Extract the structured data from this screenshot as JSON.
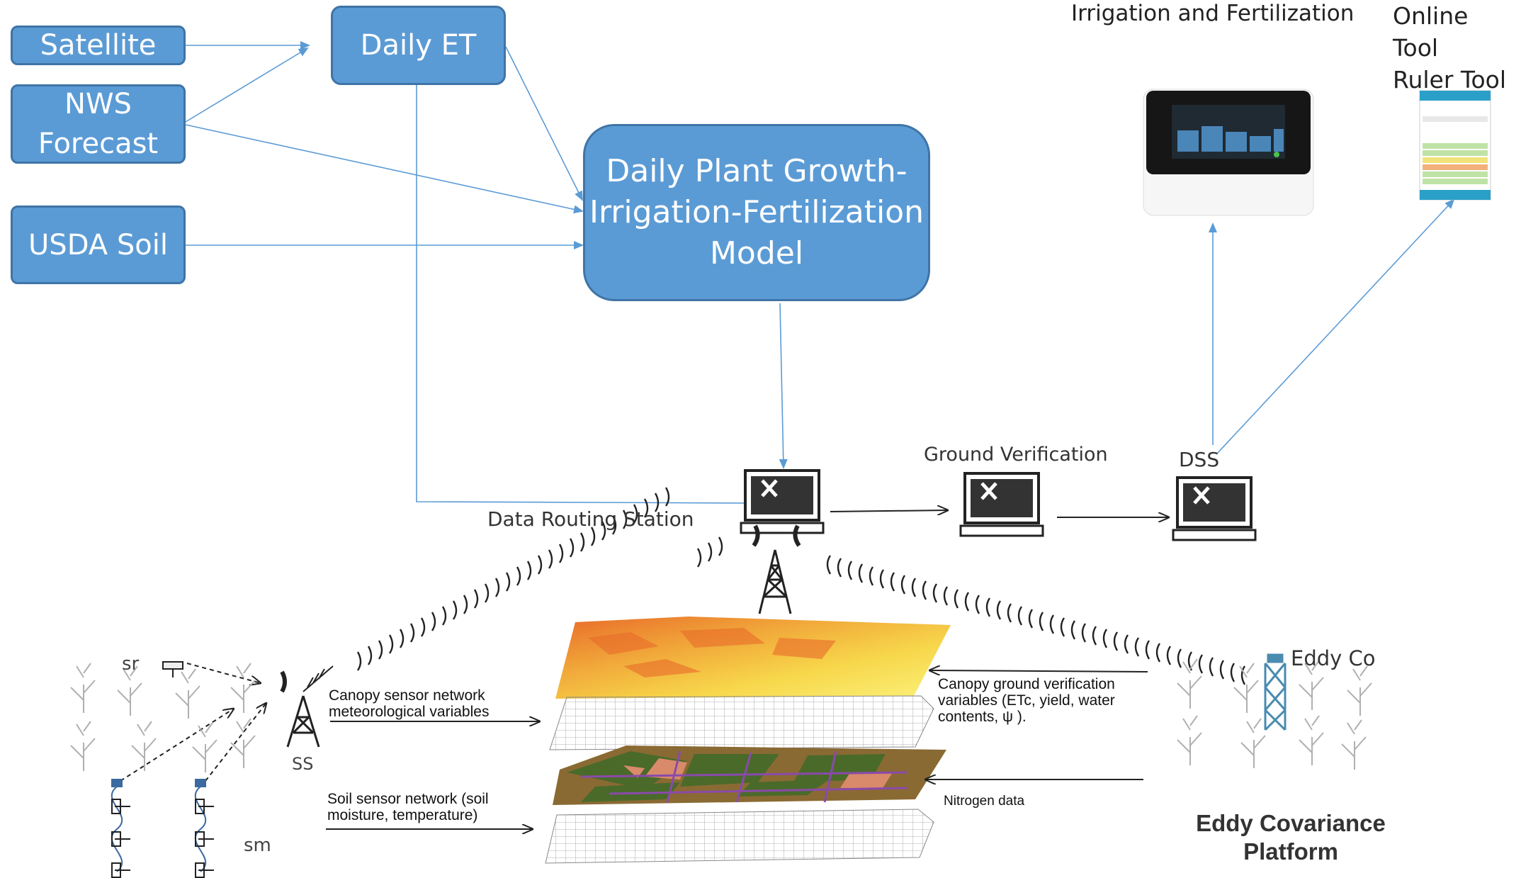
{
  "boxes": {
    "satellite": "Satellite",
    "nws": "NWS\nForecast",
    "usda": "USDA Soil",
    "daily_et": "Daily ET",
    "model": "Daily Plant Growth-\nIrrigation-Fertilization\nModel"
  },
  "tools": {
    "irrigation": "Irrigation and Fertilization",
    "online": "Online Tool\nRuler Tool"
  },
  "stations": {
    "data_routing": "Data Routing Station",
    "ground_verification": "Ground Verification",
    "dss": "DSS"
  },
  "sensors": {
    "sr": "sr",
    "ss": "SS",
    "sm": "sm",
    "eddy_co": "Eddy Co",
    "canopy_sensor": "Canopy sensor network\nmeteorological variables",
    "soil_sensor": "Soil sensor network (soil\nmoisture, temperature)",
    "canopy_ground": "Canopy ground verification\nvariables (ETc, yield, water\ncontents, ψ ).",
    "nitrogen": "Nitrogen data",
    "eddy_platform": "Eddy Covariance\nPlatform"
  },
  "colors": {
    "box_fill": "#5b9bd5",
    "box_border": "#3f74a6",
    "arrow": "#5b9bd5",
    "map_hot": "#f2a23a",
    "map_soil": "#7a5a2a"
  }
}
